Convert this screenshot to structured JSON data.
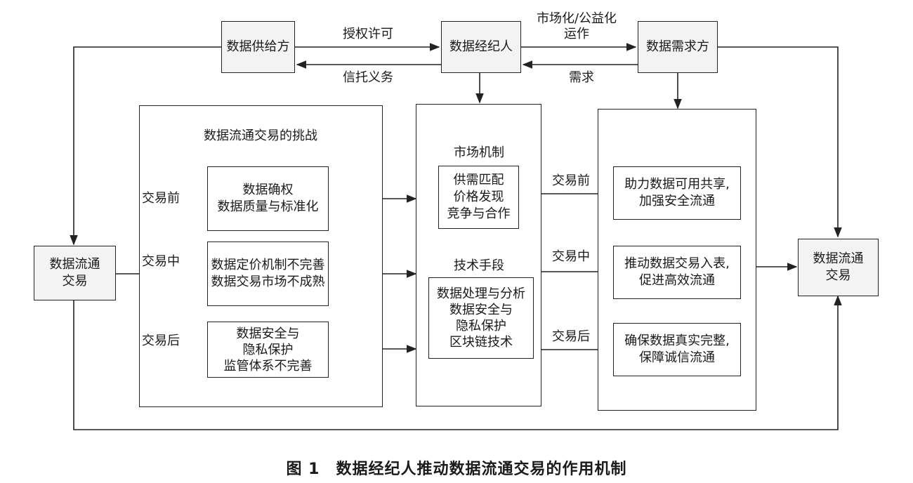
{
  "nodes": {
    "supplier": "数据供给方",
    "broker": "数据经纪人",
    "demander": "数据需求方",
    "flow_left": [
      "数据流通",
      "交易"
    ],
    "flow_right": [
      "数据流通",
      "交易"
    ]
  },
  "edges": {
    "authorize": "授权许可",
    "trust_duty": "信托义务",
    "market_ops": [
      "市场化/公益化",
      "运作"
    ],
    "demand": "需求"
  },
  "challenges": {
    "title": "数据流通交易的挑战",
    "stage_before": "交易前",
    "stage_during": "交易中",
    "stage_after": "交易后",
    "box1": [
      "数据确权",
      "数据质量与标准化"
    ],
    "box2": [
      "数据定价机制不完善",
      "数据交易市场不成熟"
    ],
    "box3": [
      "数据安全与",
      "隐私保护",
      "监管体系不完善"
    ]
  },
  "mechanism": {
    "market_title": "市场机制",
    "market_items": [
      "供需匹配",
      "价格发现",
      "竞争与合作"
    ],
    "tech_title": "技术手段",
    "tech_items": [
      "数据处理与分析",
      "数据安全与",
      "隐私保护",
      "区块链技术"
    ]
  },
  "outcomes": {
    "stage_before": "交易前",
    "stage_during": "交易中",
    "stage_after": "交易后",
    "box1": [
      "助力数据可用共享,",
      "加强安全流通"
    ],
    "box2": [
      "推动数据交易入表,",
      "促进高效流通"
    ],
    "box3": [
      "确保数据真实完整,",
      "保障诚信流通"
    ]
  },
  "caption": "图 1　数据经纪人推动数据流通交易的作用机制"
}
